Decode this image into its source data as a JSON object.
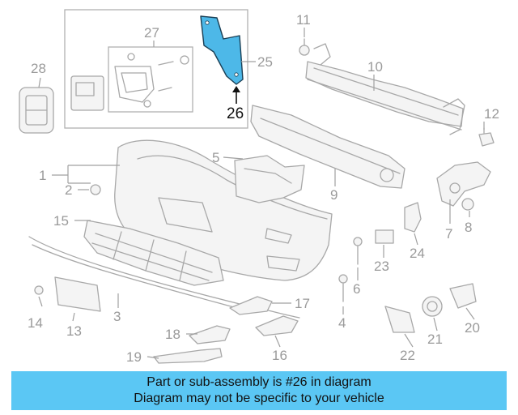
{
  "highlight": {
    "part_number": "26",
    "color": "#4db8e8"
  },
  "callouts": {
    "c1": "1",
    "c2": "2",
    "c3": "3",
    "c4": "4",
    "c5": "5",
    "c6": "6",
    "c7": "7",
    "c8": "8",
    "c9": "9",
    "c10": "10",
    "c11": "11",
    "c12": "12",
    "c13": "13",
    "c14": "14",
    "c15": "15",
    "c16": "16",
    "c17": "17",
    "c18": "18",
    "c19": "19",
    "c20": "20",
    "c21": "21",
    "c22": "22",
    "c23": "23",
    "c24": "24",
    "c25": "25",
    "c26": "26",
    "c27": "27",
    "c28": "28"
  },
  "caption": {
    "line1": "Part or sub-assembly is #26 in diagram",
    "line2": "Diagram may not be specific to your vehicle",
    "background": "#5bc7f4"
  }
}
